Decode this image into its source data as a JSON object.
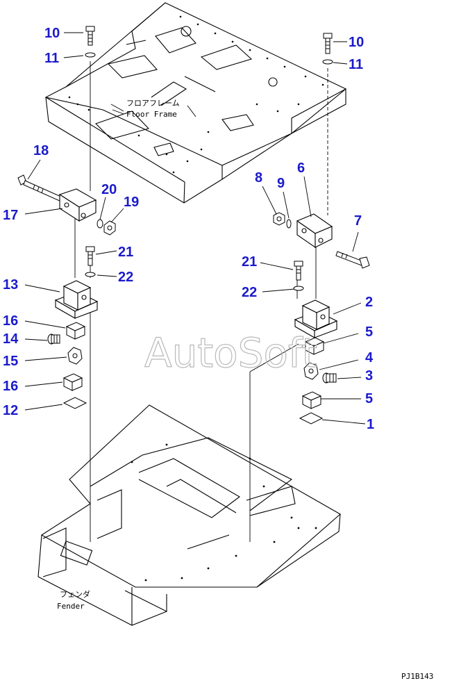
{
  "labels": {
    "floor_frame_jp": "フロアフレーム",
    "floor_frame_en": "Floor Frame",
    "fender_jp": "フェンダ",
    "fender_en": "Fender",
    "code": "PJ1B143",
    "watermark": "AutoSoft"
  },
  "callouts": [
    {
      "id": "c10l",
      "text": "10"
    },
    {
      "id": "c11l",
      "text": "11"
    },
    {
      "id": "c10r",
      "text": "10"
    },
    {
      "id": "c11r",
      "text": "11"
    },
    {
      "id": "c18",
      "text": "18"
    },
    {
      "id": "c17",
      "text": "17"
    },
    {
      "id": "c20",
      "text": "20"
    },
    {
      "id": "c19",
      "text": "19"
    },
    {
      "id": "c8",
      "text": "8"
    },
    {
      "id": "c9",
      "text": "9"
    },
    {
      "id": "c6",
      "text": "6"
    },
    {
      "id": "c7",
      "text": "7"
    },
    {
      "id": "c21l",
      "text": "21"
    },
    {
      "id": "c22l",
      "text": "22"
    },
    {
      "id": "c21r",
      "text": "21"
    },
    {
      "id": "c22r",
      "text": "22"
    },
    {
      "id": "c13",
      "text": "13"
    },
    {
      "id": "c2",
      "text": "2"
    },
    {
      "id": "c16a",
      "text": "16"
    },
    {
      "id": "c14",
      "text": "14"
    },
    {
      "id": "c15",
      "text": "15"
    },
    {
      "id": "c16b",
      "text": "16"
    },
    {
      "id": "c12",
      "text": "12"
    },
    {
      "id": "c5a",
      "text": "5"
    },
    {
      "id": "c4",
      "text": "4"
    },
    {
      "id": "c3",
      "text": "3"
    },
    {
      "id": "c5b",
      "text": "5"
    },
    {
      "id": "c1",
      "text": "1"
    }
  ],
  "colors": {
    "callout": "#1a1acc",
    "line": "#000000",
    "watermark": "#b8b8b8"
  }
}
